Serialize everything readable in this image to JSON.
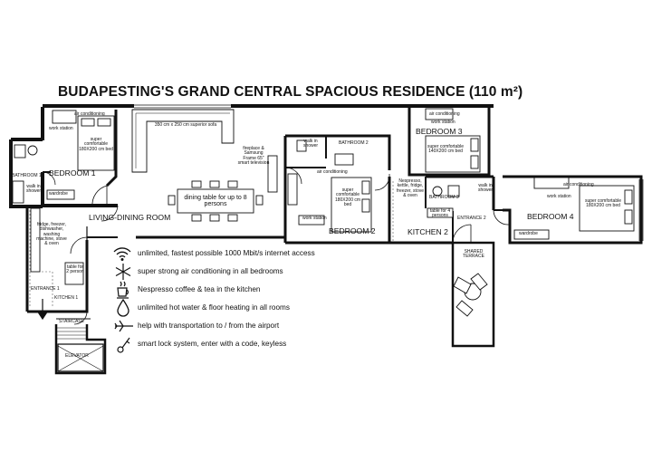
{
  "title": "BUDAPESTING'S GRAND CENTRAL SPACIOUS RESIDENCE (110 m²)",
  "rooms": {
    "bedroom1": "BEDROOM 1",
    "bedroom2": "BEDROOM 2",
    "bedroom3": "BEDROOM 3",
    "bedroom4": "BEDROOM 4",
    "living": "LIVING-DINING ROOM",
    "kitchen1": "KITCHEN 1",
    "kitchen2": "KITCHEN 2",
    "bathroom1": "BATHROOM 1",
    "bathroom2": "BATHROOM 2",
    "bathroom3": "BATHROOM 3",
    "entrance1": "ENTRANCE 1",
    "entrance2": "ENTRANCE 2",
    "staircase": "STAIRCASE",
    "elevator": "ELEVATOR",
    "terrace": "SHARED TERRACE"
  },
  "labels": {
    "air_conditioning": "air conditioning",
    "work_station": "work station",
    "wardrobe": "wardrobe",
    "walk_in_shower": "walk in shower",
    "bed_160": "super comfortable 180X200 cm bed",
    "bed_140": "super comfortable 140X200 cm bed",
    "sofa": "350 cm x 250 cm superior sofa",
    "dining": "dining table for up to 8 persons",
    "fireplace": "fireplace & Samsung Frame 65\" smart television",
    "kitchen1_appliances": "fridge, freezer, dishwasher, washing machine, stove & oven",
    "kitchen1_table": "table for 2 person",
    "kitchen2_appliances": "Nespresso, kettle, fridge, freezer, stove & oven",
    "kitchen2_table": "table for 4 persons"
  },
  "amenities": [
    {
      "icon": "wifi-icon",
      "text": "unlimited, fastest possible 1000 Mbit/s internet access"
    },
    {
      "icon": "snowflake-icon",
      "text": "super strong air conditioning in all bedrooms"
    },
    {
      "icon": "coffee-cup-icon",
      "text": "Nespresso coffee & tea in the kitchen"
    },
    {
      "icon": "water-drop-icon",
      "text": "unlimited hot water & floor heating in all rooms"
    },
    {
      "icon": "airplane-icon",
      "text": "help with transportation to / from the airport"
    },
    {
      "icon": "key-icon",
      "text": "smart lock system, enter with a code, keyless"
    }
  ]
}
